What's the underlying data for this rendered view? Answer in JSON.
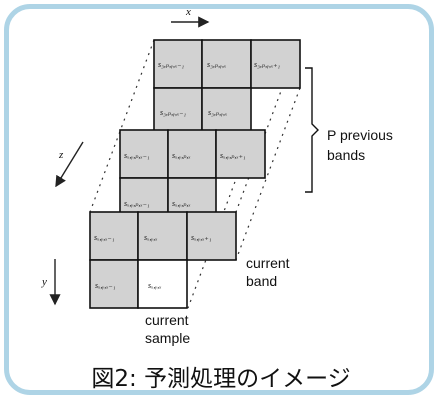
{
  "axes": {
    "x": "x",
    "z": "z",
    "y": "y"
  },
  "back_band": {
    "row1": [
      "s₃,ₚ,ᵧ,ₓ₋₁",
      "s₃,ₚ,ᵧ,ₓ",
      "s₃,ₚ,ᵧ,ₓ₊₁"
    ],
    "row2": [
      "s₃,ₚ,ᵧ,ₓ₋₁",
      "s₃,ₚ,ᵧ,ₓ"
    ]
  },
  "middle_band": {
    "row1": [
      "sₓ,ᵧ,ₚ,ₓ₋₁",
      "sₓ,ᵧ,ₚ,ₓ",
      "sₓ,ᵧ,ₚ,ₓ₊₁"
    ],
    "row2": [
      "sₓ,ᵧ,ₚ,ₓ₋₁",
      "sₓ,ᵧ,ₚ,ₓ"
    ]
  },
  "current_band": {
    "row1": [
      "sₓ,ᵧ,ₓ₋₁",
      "sₓ,ᵧ,ₓ",
      "sₓ,ᵧ,ₓ₊₁"
    ],
    "row2": [
      "sₓ,ᵧ,ₓ₋₁",
      "sₓ,ᵧ,ₓ"
    ]
  },
  "labels": {
    "p_previous": [
      "P previous",
      "bands"
    ],
    "current_band": [
      "current",
      "band"
    ],
    "current_sample": [
      "current",
      "sample"
    ]
  },
  "caption": "図2: 予測処理のイメージ"
}
